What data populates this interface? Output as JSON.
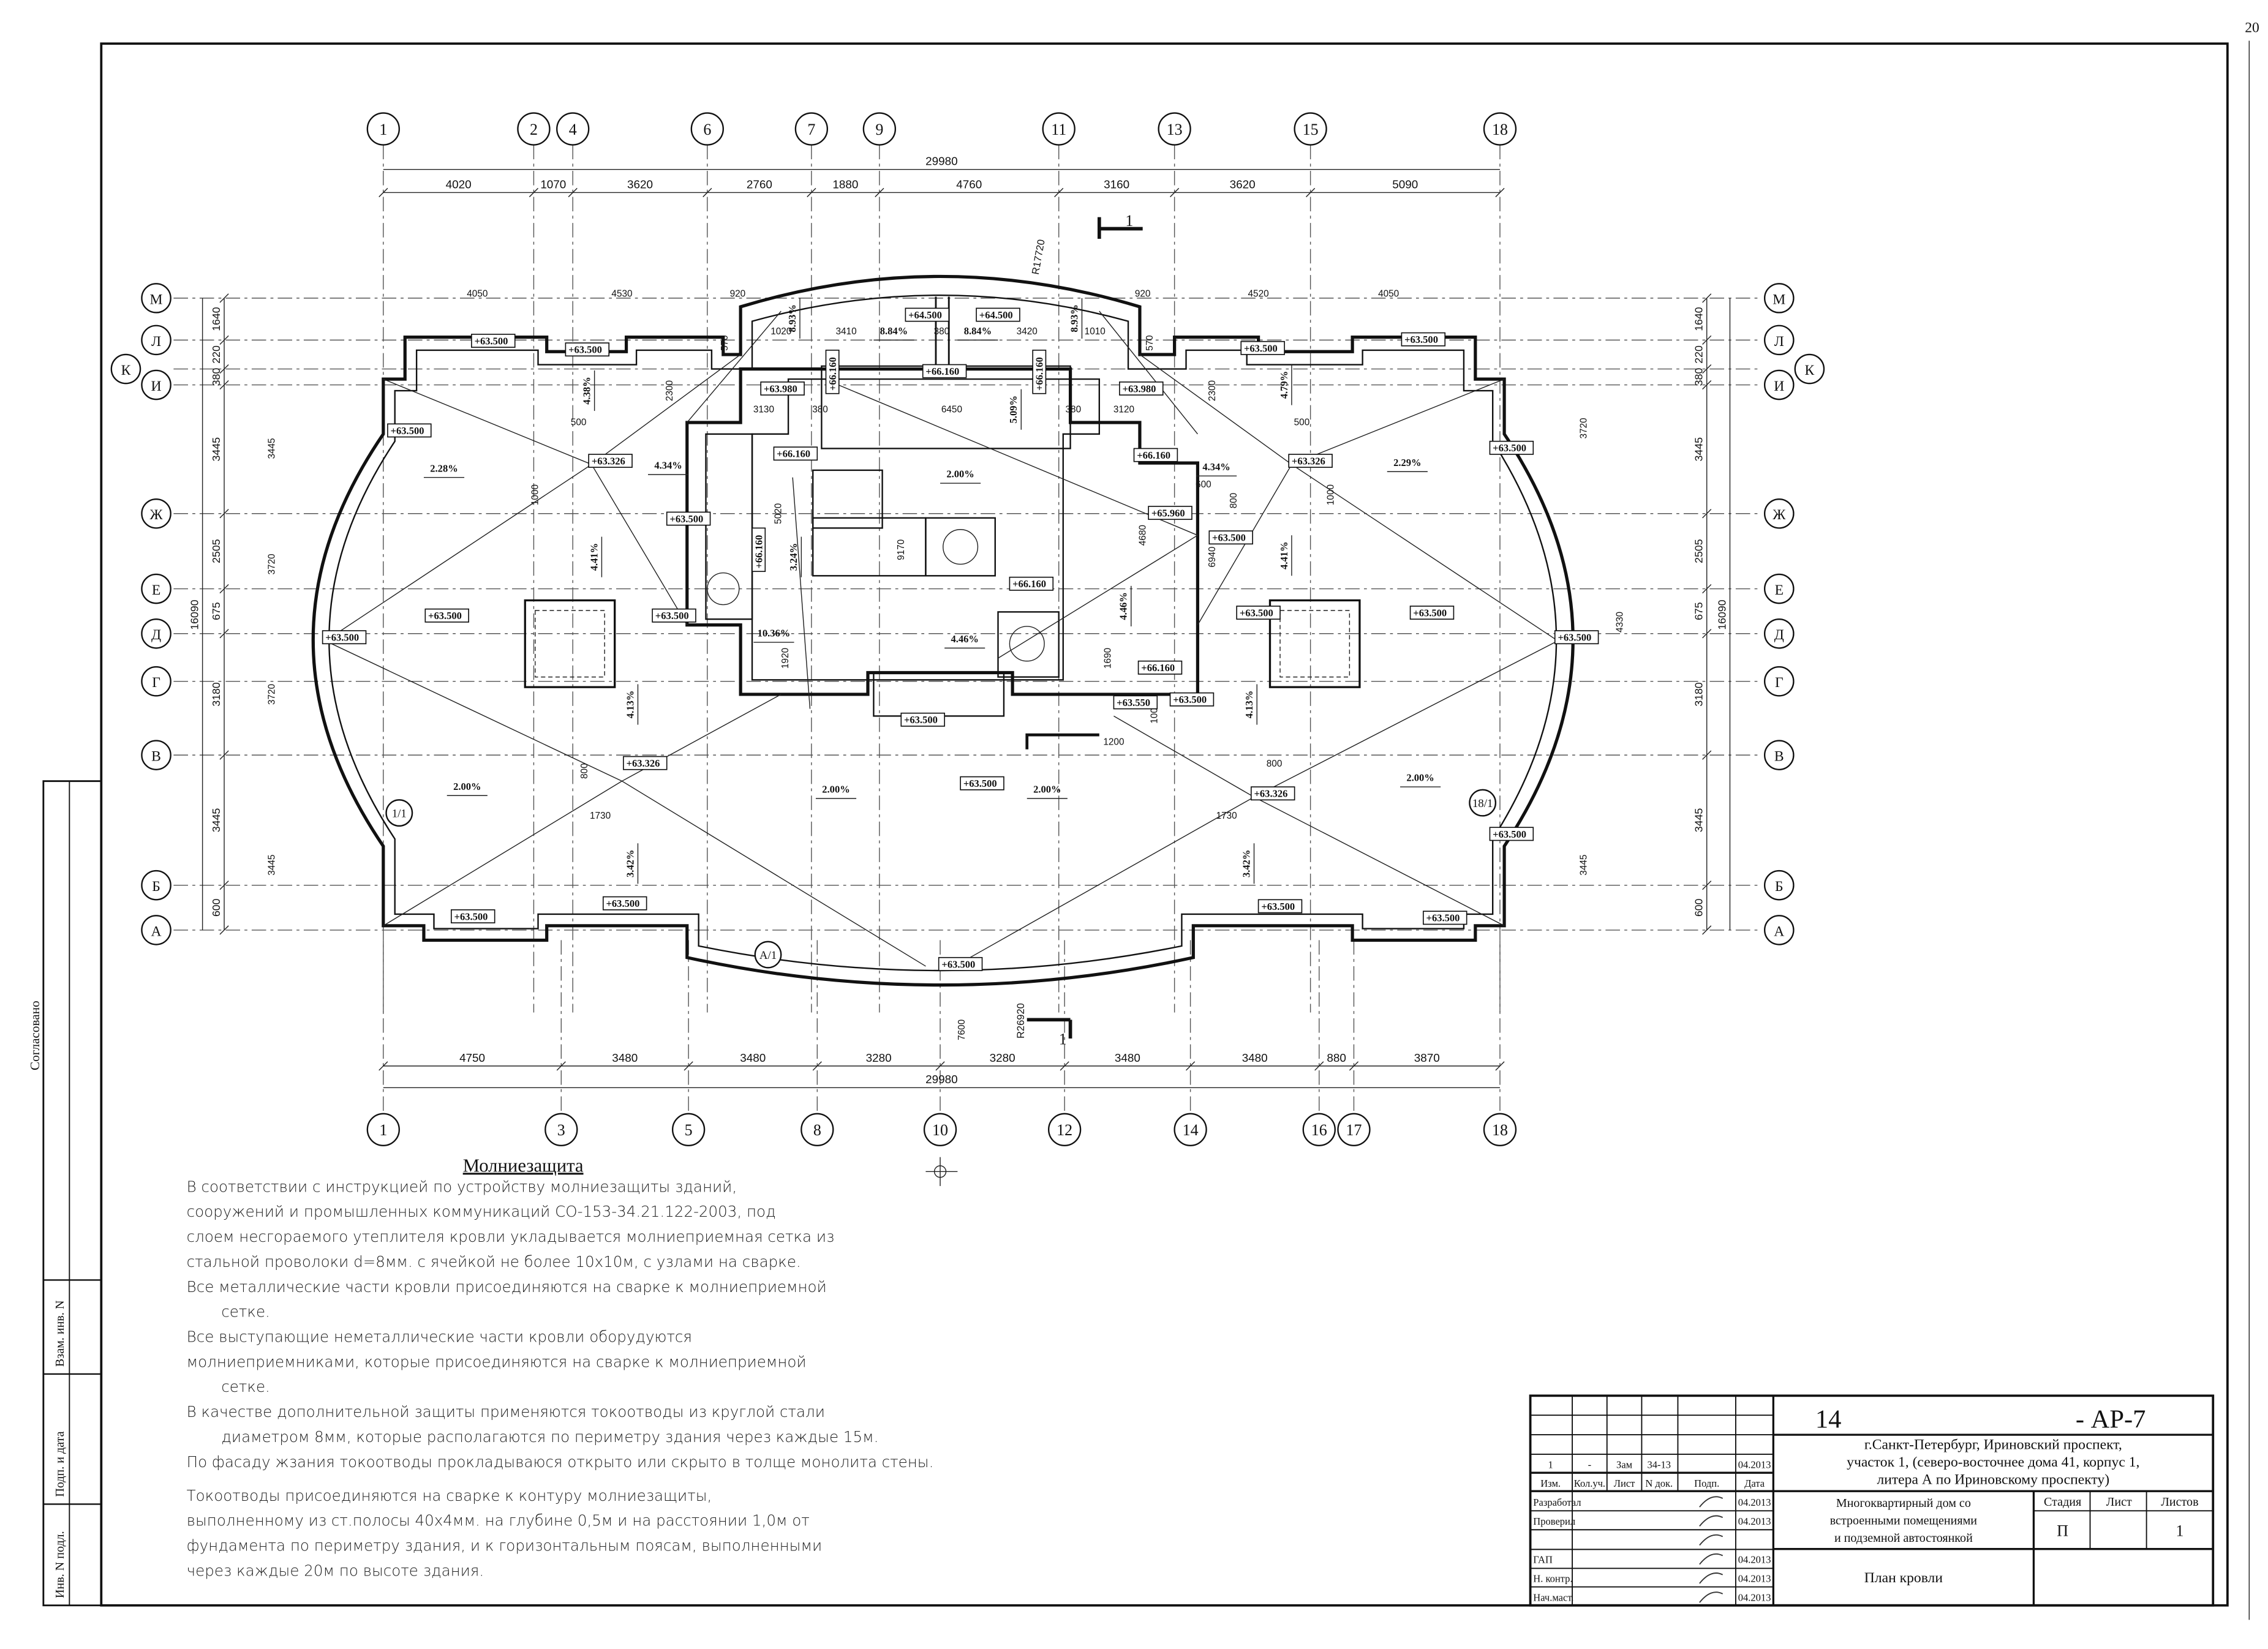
{
  "sheet_number": "20",
  "axes": {
    "top": [
      "1",
      "2",
      "4",
      "6",
      "7",
      "9",
      "11",
      "13",
      "15",
      "18"
    ],
    "bottom": [
      "1",
      "3",
      "5",
      "8",
      "10",
      "12",
      "14",
      "16",
      "17",
      "18"
    ],
    "rows": [
      "М",
      "Л",
      "К",
      "И",
      "Ж",
      "Е",
      "Д",
      "Г",
      "В",
      "Б",
      "А"
    ]
  },
  "dimensions": {
    "top_total": "29980",
    "top": [
      "4020",
      "1070",
      "3620",
      "2760",
      "1880",
      "4760",
      "3160",
      "3620",
      "5090"
    ],
    "bottom_total": "29980",
    "bottom": [
      "4750",
      "3480",
      "3480",
      "3280",
      "3280",
      "3480",
      "3480",
      "880",
      "3870"
    ],
    "side_total": "16090",
    "side": [
      "1640",
      "220",
      "380",
      "3445",
      "2505",
      "675",
      "3180",
      "3445",
      "600"
    ],
    "inner": [
      "4050",
      "4530",
      "920",
      "920",
      "4520",
      "4050",
      "1020",
      "3410",
      "380",
      "3420",
      "1010",
      "570",
      "570",
      "3130",
      "380",
      "6450",
      "380",
      "3120",
      "2300",
      "2300",
      "5020",
      "9170",
      "4680",
      "6940",
      "1690",
      "1920",
      "600",
      "800",
      "1200",
      "1730",
      "1730",
      "3445",
      "3720",
      "3720",
      "3445",
      "3445",
      "3720",
      "4330",
      "7600",
      "800",
      "800",
      "1000",
      "500",
      "500",
      "1000",
      "1000"
    ],
    "radii": [
      "R17720",
      "R26920"
    ]
  },
  "section_mark": "1",
  "axis_intersections": [
    "1/1",
    "18/1",
    "А/1"
  ],
  "levels": [
    "+63.500",
    "+63.500",
    "+63.500",
    "+63.326",
    "+63.980",
    "+66.160",
    "+64.500",
    "+64.500",
    "+66.160",
    "+66.160",
    "+63.980",
    "+66.160",
    "+66.160",
    "+63.500",
    "+65.960",
    "+66.160",
    "+66.160",
    "+63.500",
    "+63.500",
    "+63.500",
    "+66.160",
    "+63.500",
    "+63.500",
    "+63.500",
    "+63.500",
    "+63.326",
    "+63.500",
    "+63.500",
    "+63.500",
    "+63.550",
    "+63.500",
    "+63.500",
    "+63.326",
    "+63.326",
    "+63.500",
    "+63.500",
    "+63.500",
    "+63.500",
    "+63.500",
    "+63.500",
    "+63.500"
  ],
  "slopes": [
    "2.28%",
    "4.34%",
    "4.38%",
    "4.41%",
    "2.00%",
    "5.09%",
    "4.34%",
    "2.29%",
    "4.79%",
    "4.41%",
    "3.24%",
    "10.36%",
    "4.46%",
    "4.46%",
    "4.13%",
    "4.13%",
    "2.00%",
    "2.00%",
    "2.00%",
    "2.00%",
    "3.42%",
    "3.42%",
    "8.84%",
    "8.84%",
    "8.93%",
    "8.93%"
  ],
  "notes": {
    "title": "Молниезащита",
    "lines": [
      "В соответствии с инструкцией по устройству молниезащиты зданий,",
      "сооружений и промышленных коммуникаций СО-153-34.21.122-2003, под",
      "слоем несгораемого утеплителя кровли укладывается молниеприемная сетка из",
      "стальной проволоки d=8мм. с ячейкой не более 10х10м, с узлами на сварке.",
      "Все металлические части кровли присоединяются на сварке к молниеприемной",
      "сетке.",
      "Все выступающие неметаллические части кровли оборудуются",
      "молниеприемниками, которые присоединяются на сварке к молниеприемной",
      "сетке.",
      "В качестве дополнительной защиты применяются токоотводы из круглой стали",
      "диаметром 8мм, которые располагаются по периметру здания через каждые 15м.",
      "По фасаду жзания токоотводы прокладываюся открыто или скрыто в толще монолита стены.",
      "Токоотводы  присоединяются на сварке к контуру молниезащиты,",
      "выполненному из ст.полосы 40х4мм. на глубине 0,5м и на расстоянии 1,0м от",
      "фундамента по периметру здания, и к горизонтальным поясам, выполненными",
      "через каждые 20м по высоте здания."
    ]
  },
  "side_stamps": {
    "agreed": "Согласовано",
    "replaced_inv": "Взам. инв. N",
    "sign_date": "Подп. и дата",
    "inv_orig": "Инв. N подл."
  },
  "title_block": {
    "code_prefix": "14",
    "code_suffix": "- АР-7",
    "address": [
      "г.Санкт-Петербург, Ириновский проспект,",
      "участок 1, (северо-восточнее дома 41, корпус 1,",
      "литера А по Ириновскому проспекту)"
    ],
    "revision": {
      "izm": "1",
      "kol": "-",
      "list": "Зам",
      "doc": "34-13",
      "date": "04.2013"
    },
    "headers": {
      "izm": "Изм.",
      "kol": "Кол.уч.",
      "list": "Лист",
      "doc": "N док.",
      "sign": "Подп.",
      "date": "Дата"
    },
    "roles": [
      {
        "role": "Разработал",
        "date": "04.2013"
      },
      {
        "role": "Проверил",
        "date": "04.2013"
      },
      {
        "role": "",
        "date": ""
      },
      {
        "role": "ГАП",
        "date": "04.2013"
      },
      {
        "role": "Н. контр.",
        "date": "04.2013"
      },
      {
        "role": "Нач.маст.",
        "date": "04.2013"
      }
    ],
    "project": [
      "Многоквартирный дом со",
      "встроенными помещениями",
      "и подземной автостоянкой"
    ],
    "stage_label": "Стадия",
    "sheet_label": "Лист",
    "sheets_label": "Листов",
    "stage": "П",
    "sheets": "1",
    "drawing_title": "План кровли"
  }
}
